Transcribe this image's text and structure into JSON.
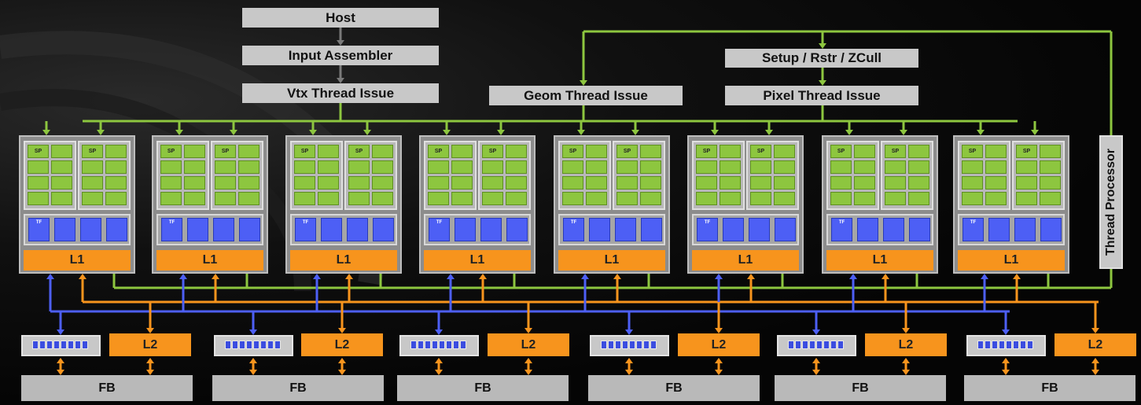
{
  "pipeline": {
    "host": "Host",
    "input_assembler": "Input Assembler",
    "vtx_thread_issue": "Vtx Thread Issue",
    "geom_thread_issue": "Geom Thread Issue",
    "setup_rstr_zcull": "Setup / Rstr / ZCull",
    "pixel_thread_issue": "Pixel Thread Issue",
    "thread_processor": "Thread Processor"
  },
  "cluster": {
    "sp_label": "SP",
    "tf_label": "TF",
    "l1_label": "L1",
    "count": 8
  },
  "memory": {
    "l2_label": "L2",
    "fb_label": "FB",
    "partition_count": 6
  },
  "colors": {
    "control_wire": "#8dc63f",
    "sp": "#8dc63f",
    "tf": "#4d5ff5",
    "l1_l2": "#f7941d",
    "blue_wire": "#4d5ff5",
    "box_gray": "#c8c8c8"
  }
}
